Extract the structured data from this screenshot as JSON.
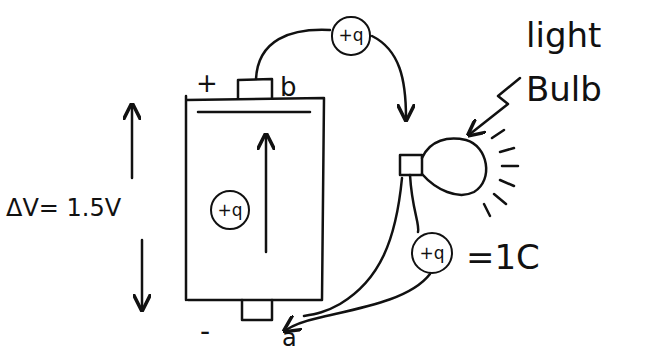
{
  "diagram": {
    "nodes": [
      {
        "text": [
          "+q"
        ]
      },
      {
        "text": [
          "+q"
        ]
      },
      {
        "text": [
          "+q"
        ]
      }
    ],
    "labels": [
      "+",
      "b",
      "-",
      "a",
      "ΔV= 1.5V",
      "light Bulb",
      "=1C"
    ]
  }
}
